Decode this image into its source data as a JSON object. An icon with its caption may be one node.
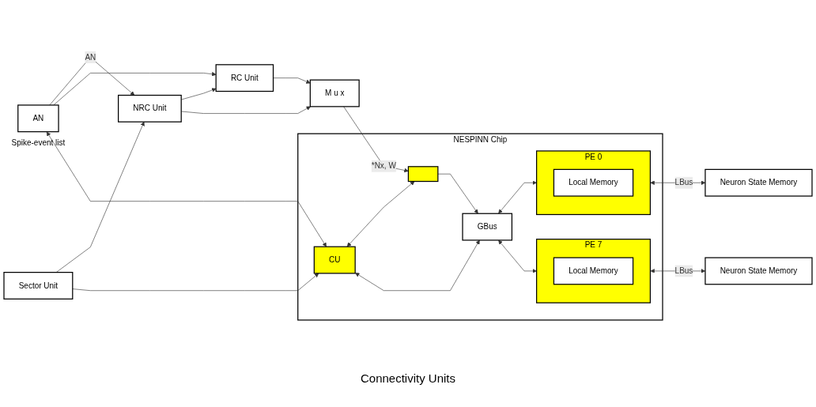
{
  "diagram": {
    "nodes": [
      {
        "text": [
          "AN"
        ],
        "beside": [
          "Spike-event list"
        ]
      },
      {
        "text": [
          "Sector Unit"
        ]
      },
      {
        "text": [
          "NRC Unit"
        ]
      },
      {
        "text": [
          "RC Unit"
        ]
      },
      {
        "text": [
          "M u x"
        ]
      },
      {
        "text": [
          "NESPINN Chip"
        ]
      },
      {
        "text": [
          "CU"
        ],
        "in": 5
      },
      {
        "text": [],
        "shape": "box",
        "in": 5
      },
      {
        "text": [
          "GBus"
        ],
        "in": 5
      },
      {
        "text": [
          "PE 0"
        ],
        "in": 5
      },
      {
        "text": [
          "Local Memory"
        ],
        "in": 9
      },
      {
        "text": [
          "PE 7"
        ],
        "in": 5
      },
      {
        "text": [
          "Local Memory"
        ],
        "in": 11
      },
      {
        "text": [
          "Neuron State Memory"
        ]
      },
      {
        "text": [
          "Neuron State Memory"
        ]
      }
    ],
    "edges": [
      {
        "from": 0,
        "to": 2,
        "arrow": "to",
        "label": "AN"
      },
      {
        "from": 0,
        "to": 3,
        "arrow": "to"
      },
      {
        "from": 1,
        "to": 2,
        "arrow": "to"
      },
      {
        "from": 1,
        "to": 6,
        "arrow": "to"
      },
      {
        "from": 0,
        "to": 6,
        "arrow": "both"
      },
      {
        "from": 2,
        "to": 3,
        "arrow": "to"
      },
      {
        "from": 2,
        "to": 4,
        "arrow": "to"
      },
      {
        "from": 3,
        "to": 4,
        "arrow": "to"
      },
      {
        "from": 4,
        "to": 7,
        "arrow": "to",
        "label": "*Nx, W"
      },
      {
        "from": 6,
        "to": 7,
        "arrow": "both"
      },
      {
        "from": 7,
        "to": 8,
        "arrow": "to"
      },
      {
        "from": 6,
        "to": 8,
        "arrow": "both"
      },
      {
        "from": 8,
        "to": 9,
        "arrow": "both"
      },
      {
        "from": 8,
        "to": 11,
        "arrow": "both"
      },
      {
        "from": 9,
        "to": 13,
        "arrow": "both",
        "label": "LBus"
      },
      {
        "from": 11,
        "to": 14,
        "arrow": "both",
        "label": "LBus"
      }
    ],
    "labels": [
      "Connectivity Units"
    ]
  }
}
